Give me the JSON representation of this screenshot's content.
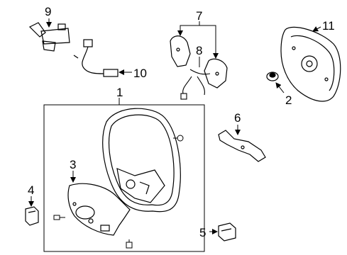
{
  "diagram": {
    "callouts": {
      "c1": "1",
      "c2": "2",
      "c3": "3",
      "c4": "4",
      "c5": "5",
      "c6": "6",
      "c7": "7",
      "c8": "8",
      "c9": "9",
      "c10": "10",
      "c11": "11"
    },
    "parts": [
      {
        "callout": "1",
        "icon": "steering-wheel-icon"
      },
      {
        "callout": "2",
        "icon": "nut-icon"
      },
      {
        "callout": "3",
        "icon": "lower-cover-icon"
      },
      {
        "callout": "4",
        "icon": "switch-clip-icon"
      },
      {
        "callout": "5",
        "icon": "small-switch-icon"
      },
      {
        "callout": "6",
        "icon": "bracket-icon"
      },
      {
        "callout": "7",
        "icon": "spoke-switch-icon"
      },
      {
        "callout": "8",
        "icon": "wire-harness-icon"
      },
      {
        "callout": "9",
        "icon": "combination-switch-icon"
      },
      {
        "callout": "10",
        "icon": "cable-connector-icon"
      },
      {
        "callout": "11",
        "icon": "airbag-module-icon"
      }
    ]
  }
}
